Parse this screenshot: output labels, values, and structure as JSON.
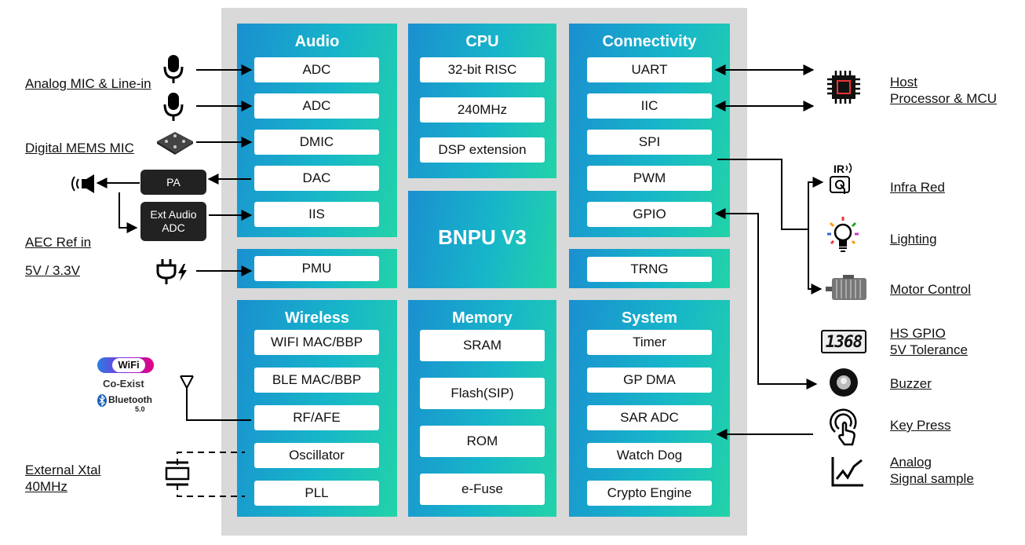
{
  "chip": {
    "core_label": "BNPU V3",
    "audio": {
      "title": "Audio",
      "items": [
        "ADC",
        "ADC",
        "DMIC",
        "DAC",
        "IIS"
      ]
    },
    "cpu": {
      "title": "CPU",
      "items": [
        "32-bit RISC",
        "240MHz",
        "DSP extension"
      ]
    },
    "connectivity": {
      "title": "Connectivity",
      "items": [
        "UART",
        "IIC",
        "SPI",
        "PWM",
        "GPIO"
      ]
    },
    "pmu": "PMU",
    "trng": "TRNG",
    "wireless": {
      "title": "Wireless",
      "items": [
        "WIFI MAC/BBP",
        "BLE MAC/BBP",
        "RF/AFE",
        "Oscillator",
        "PLL"
      ]
    },
    "memory": {
      "title": "Memory",
      "items": [
        "SRAM",
        "Flash(SIP)",
        "ROM",
        "e-Fuse"
      ]
    },
    "system": {
      "title": "System",
      "items": [
        "Timer",
        "GP DMA",
        "SAR ADC",
        "Watch Dog",
        "Crypto Engine"
      ]
    }
  },
  "left": {
    "analog_mic": "Analog MIC & Line-in",
    "digital_mic": "Digital MEMS MIC",
    "pa": "PA",
    "ext_adc_line1": "Ext Audio",
    "ext_adc_line2": "ADC",
    "aec_ref": "AEC Ref in",
    "power": "5V / 3.3V",
    "coexist": "Co-Exist",
    "wifi_badge": "WiFi",
    "bluetooth": "Bluetooth",
    "bluetooth_ver": "5.0",
    "xtal_line1": "External Xtal",
    "xtal_line2": "40MHz"
  },
  "right": {
    "host_line1": "Host",
    "host_line2": "Processor & MCU",
    "infra_red": "Infra Red",
    "ir_badge": "IR",
    "lighting": "Lighting",
    "motor": "Motor Control",
    "hsgpio_line1": "HS GPIO",
    "hsgpio_line2": "5V Tolerance",
    "display_digits": "1368",
    "buzzer": "Buzzer",
    "keypress": "Key Press",
    "analog_line1": "Analog",
    "analog_line2": "Signal sample"
  },
  "colors": {
    "gradient_start": "#1a8fd0",
    "gradient_end": "#22d3a8",
    "chip_bg": "#d9d9d9"
  }
}
